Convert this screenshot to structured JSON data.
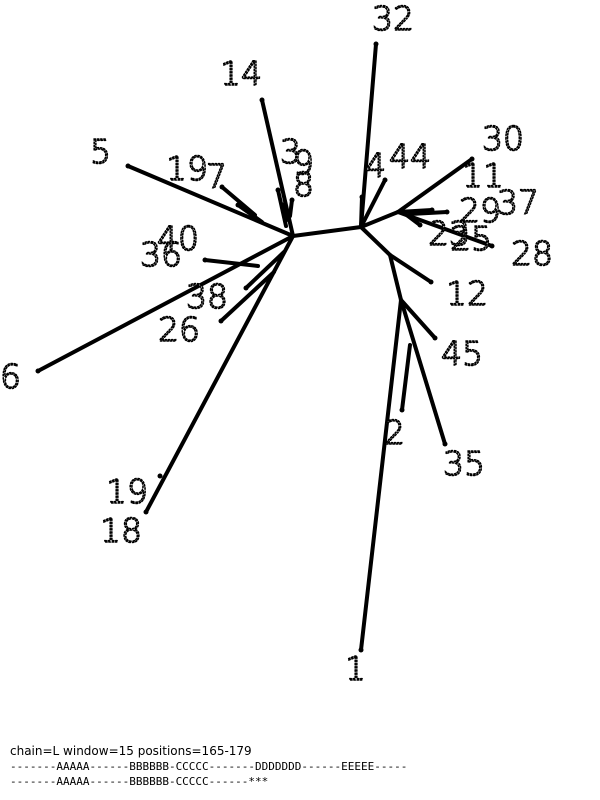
{
  "caption": {
    "info": "chain=L   window=15   positions=165-179",
    "segments_line1": "-------AAAAA------BBBBBB-CCCCC-------DDDDDDD------EEEEE-----",
    "segments_line2": "-------AAAAA------BBBBBB-CCCCC------***"
  },
  "tree": {
    "leaves": [
      "32",
      "14",
      "3",
      "9",
      "8",
      "5",
      "19",
      "7",
      "40",
      "36",
      "38",
      "26",
      "6",
      "19",
      "18",
      "4",
      "44",
      "30",
      "11",
      "37",
      "29",
      "23",
      "25",
      "28",
      "12",
      "45",
      "2",
      "35",
      "1"
    ]
  }
}
